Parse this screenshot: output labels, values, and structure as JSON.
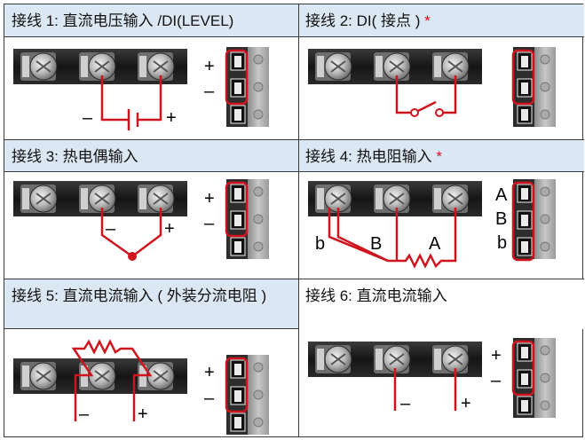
{
  "cells": [
    {
      "title": "接线 1: 直流电压输入 /DI(LEVEL)",
      "star": "",
      "polarity_top": "+",
      "polarity_mid": "–",
      "wire_minus": "–",
      "wire_plus": "+"
    },
    {
      "title": "接线 2: DI( 接点 )",
      "star": "*"
    },
    {
      "title": "接线 3: 热电偶输入",
      "star": "",
      "polarity_top": "+",
      "polarity_mid": "–",
      "wire_minus": "–",
      "wire_plus": "+"
    },
    {
      "title": "接线 4: 热电阻输入",
      "star": "*",
      "label_a": "A",
      "label_b": "B",
      "label_b2": "b",
      "term_a": "A",
      "term_b": "B",
      "term_b2": "b"
    },
    {
      "title": "接线 5: 直流电流输入 ( 外装分流电阻 )",
      "star": "",
      "polarity_top": "+",
      "polarity_mid": "–",
      "wire_minus": "–",
      "wire_plus": "+"
    },
    {
      "title": "接线 6: 直流电流输入",
      "star": "",
      "polarity_top": "+",
      "polarity_mid": "–",
      "wire_minus": "–",
      "wire_plus": "+"
    }
  ],
  "colors": {
    "header_bg": "#dbe7f3",
    "wire_red": "#d0141e",
    "grid": "#3a3a3a"
  }
}
